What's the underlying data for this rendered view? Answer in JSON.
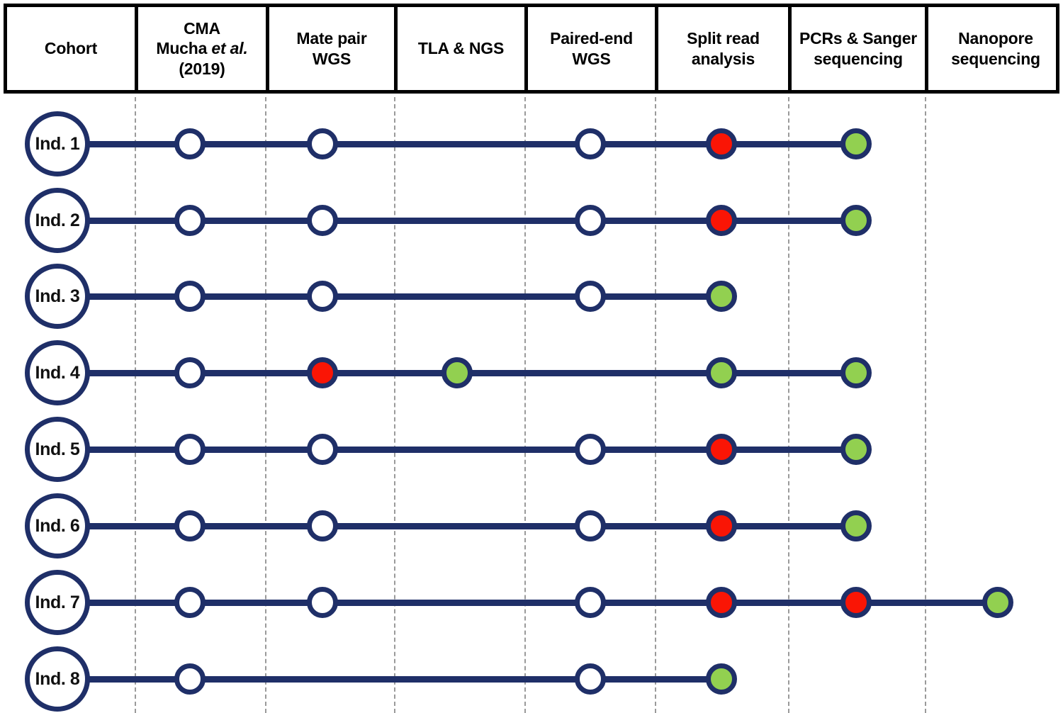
{
  "figure": {
    "type": "cohort-assay-timeline",
    "colors": {
      "line": "#1f2f68",
      "node_border": "#1f2f68",
      "node_white": "#ffffff",
      "node_red": "#fa1505",
      "node_green": "#92d050",
      "separator": "#9a9a9a",
      "table_border": "#000000"
    },
    "legend_meaning": {
      "white": "assay performed, no result shown",
      "red": "negative / inconclusive result",
      "green": "positive / confirmed result"
    }
  },
  "header": {
    "columns": [
      {
        "id": "cohort",
        "label": "Cohort",
        "lines": [
          "Cohort"
        ]
      },
      {
        "id": "cma",
        "label": "CMA Mucha et al. (2019)",
        "lines": [
          "CMA",
          "Mucha et al.",
          "(2019)"
        ]
      },
      {
        "id": "matepair",
        "label": "Mate pair WGS",
        "lines": [
          "Mate pair",
          "WGS"
        ]
      },
      {
        "id": "tla",
        "label": "TLA & NGS",
        "lines": [
          "TLA & NGS"
        ]
      },
      {
        "id": "pairedend",
        "label": "Paired-end WGS",
        "lines": [
          "Paired-end",
          "WGS"
        ]
      },
      {
        "id": "splitread",
        "label": "Split read analysis",
        "lines": [
          "Split read",
          "analysis"
        ]
      },
      {
        "id": "pcr",
        "label": "PCRs & Sanger sequencing",
        "lines": [
          "PCRs & Sanger",
          "sequencing"
        ]
      },
      {
        "id": "nanopore",
        "label": "Nanopore sequencing",
        "lines": [
          "Nanopore",
          "sequencing"
        ]
      }
    ],
    "cma_text": {
      "line1": "CMA",
      "line2_pre": "Mucha ",
      "line2_em": "et al.",
      "line3": "(2019)"
    }
  },
  "rows": [
    {
      "id": "ind-1",
      "label": "Ind. 1",
      "nodes": [
        {
          "column": "cma",
          "state": "white"
        },
        {
          "column": "matepair",
          "state": "white"
        },
        {
          "column": "pairedend",
          "state": "white"
        },
        {
          "column": "splitread",
          "state": "red"
        },
        {
          "column": "pcr",
          "state": "green"
        }
      ]
    },
    {
      "id": "ind-2",
      "label": "Ind. 2",
      "nodes": [
        {
          "column": "cma",
          "state": "white"
        },
        {
          "column": "matepair",
          "state": "white"
        },
        {
          "column": "pairedend",
          "state": "white"
        },
        {
          "column": "splitread",
          "state": "red"
        },
        {
          "column": "pcr",
          "state": "green"
        }
      ]
    },
    {
      "id": "ind-3",
      "label": "Ind. 3",
      "nodes": [
        {
          "column": "cma",
          "state": "white"
        },
        {
          "column": "matepair",
          "state": "white"
        },
        {
          "column": "pairedend",
          "state": "white"
        },
        {
          "column": "splitread",
          "state": "green"
        }
      ]
    },
    {
      "id": "ind-4",
      "label": "Ind. 4",
      "nodes": [
        {
          "column": "cma",
          "state": "white"
        },
        {
          "column": "matepair",
          "state": "red"
        },
        {
          "column": "tla",
          "state": "green"
        },
        {
          "column": "splitread",
          "state": "green"
        },
        {
          "column": "pcr",
          "state": "green"
        }
      ]
    },
    {
      "id": "ind-5",
      "label": "Ind. 5",
      "nodes": [
        {
          "column": "cma",
          "state": "white"
        },
        {
          "column": "matepair",
          "state": "white"
        },
        {
          "column": "pairedend",
          "state": "white"
        },
        {
          "column": "splitread",
          "state": "red"
        },
        {
          "column": "pcr",
          "state": "green"
        }
      ]
    },
    {
      "id": "ind-6",
      "label": "Ind. 6",
      "nodes": [
        {
          "column": "cma",
          "state": "white"
        },
        {
          "column": "matepair",
          "state": "white"
        },
        {
          "column": "pairedend",
          "state": "white"
        },
        {
          "column": "splitread",
          "state": "red"
        },
        {
          "column": "pcr",
          "state": "green"
        }
      ]
    },
    {
      "id": "ind-7",
      "label": "Ind. 7",
      "nodes": [
        {
          "column": "cma",
          "state": "white"
        },
        {
          "column": "matepair",
          "state": "white"
        },
        {
          "column": "pairedend",
          "state": "white"
        },
        {
          "column": "splitread",
          "state": "red"
        },
        {
          "column": "pcr",
          "state": "red"
        },
        {
          "column": "nanopore",
          "state": "green"
        }
      ]
    },
    {
      "id": "ind-8",
      "label": "Ind. 8",
      "nodes": [
        {
          "column": "cma",
          "state": "white"
        },
        {
          "column": "pairedend",
          "state": "white"
        },
        {
          "column": "splitread",
          "state": "green"
        }
      ]
    }
  ],
  "layout": {
    "column_centers": {
      "cohort": 81,
      "cma": 268,
      "matepair": 455,
      "tla": 645,
      "pairedend": 833,
      "splitread": 1018,
      "pcr": 1208,
      "nanopore": 1408
    },
    "separators": [
      190,
      374,
      556,
      740,
      924,
      1112,
      1305
    ],
    "row_tops": [
      149,
      257,
      364,
      472,
      580,
      688,
      796,
      904
    ],
    "header_cell_widths": [
      185,
      185,
      181,
      184,
      184,
      188,
      193,
      190
    ]
  }
}
